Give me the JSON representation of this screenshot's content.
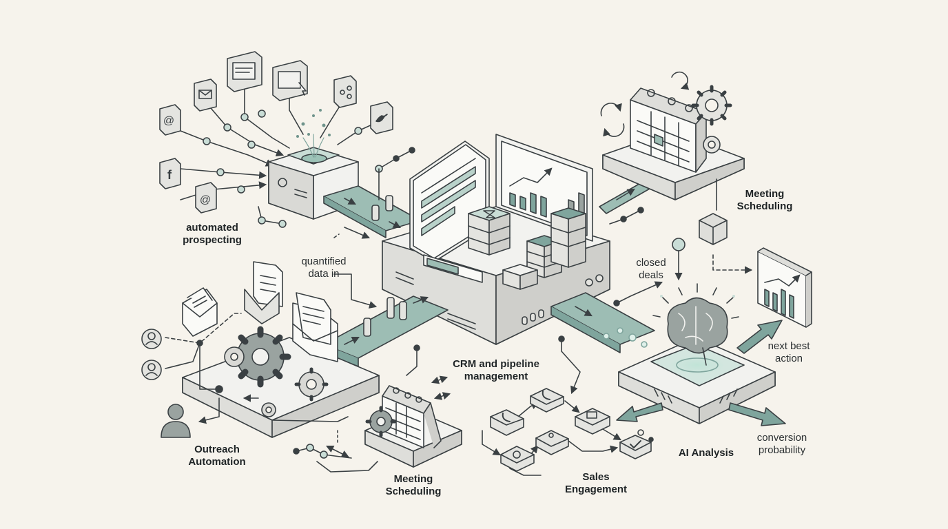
{
  "labels": {
    "automated_prospecting": [
      "automated",
      "prospecting"
    ],
    "quantified_data": [
      "quantified",
      "data in"
    ],
    "outreach_automation": [
      "Outreach",
      "Automation"
    ],
    "meeting_scheduling_bottom": [
      "Meeting",
      "Scheduling"
    ],
    "crm_pipeline": [
      "CRM and pipeline",
      "management"
    ],
    "sales_engagement": [
      "Sales",
      "Engagement"
    ],
    "meeting_scheduling_top": [
      "Meeting",
      "Scheduling"
    ],
    "closed_deals": [
      "closed",
      "deals"
    ],
    "next_best_action": [
      "next best",
      "action"
    ],
    "conversion_probability": [
      "conversion",
      "probability"
    ],
    "ai_analysis": [
      "AI Analysis"
    ]
  },
  "colors": {
    "background": "#f6f3ec",
    "line": "#3a4043",
    "teal": "#7fa59d",
    "teal_light": "#c9ddd6",
    "platform_top": "#f2f2ef",
    "platform_side": "#d6d6d2"
  },
  "icons": {
    "inputs": [
      "at-icon",
      "mail-icon",
      "browser-window-icon",
      "cursor-window-icon",
      "share-icon",
      "twitter-icon",
      "facebook-icon",
      "at-icon"
    ],
    "crm": [
      "dashboard-icon",
      "bar-chart-icon",
      "hourglass-icon",
      "server-stack-icon"
    ],
    "outreach": [
      "envelope-icon",
      "document-icon",
      "gear-icon",
      "user-icon"
    ],
    "scheduling": [
      "calendar-icon",
      "refresh-icon",
      "gear-icon"
    ],
    "engagement": [
      "phone-icon",
      "email-icon",
      "check-icon"
    ],
    "ai": [
      "brain-icon",
      "bar-chart-icon",
      "arrow-icon"
    ]
  }
}
